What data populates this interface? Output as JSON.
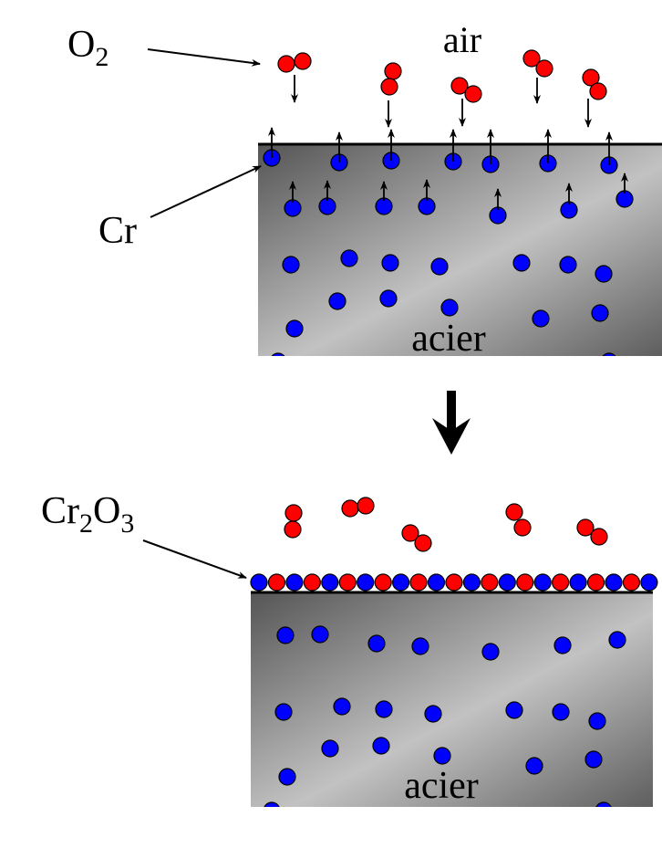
{
  "labels": {
    "o2_main": "O",
    "o2_sub": "2",
    "air": "air",
    "cr": "Cr",
    "acier_top": "acier",
    "cr2o3_cr": "Cr",
    "cr2o3_sub1": "2",
    "cr2o3_o": "O",
    "cr2o3_sub2": "3",
    "acier_bottom": "acier"
  },
  "colors": {
    "oxygen": "#ff0000",
    "chromium": "#0000ff",
    "steel_dark": "#5a5a5a",
    "steel_light": "#c4c4c4"
  }
}
